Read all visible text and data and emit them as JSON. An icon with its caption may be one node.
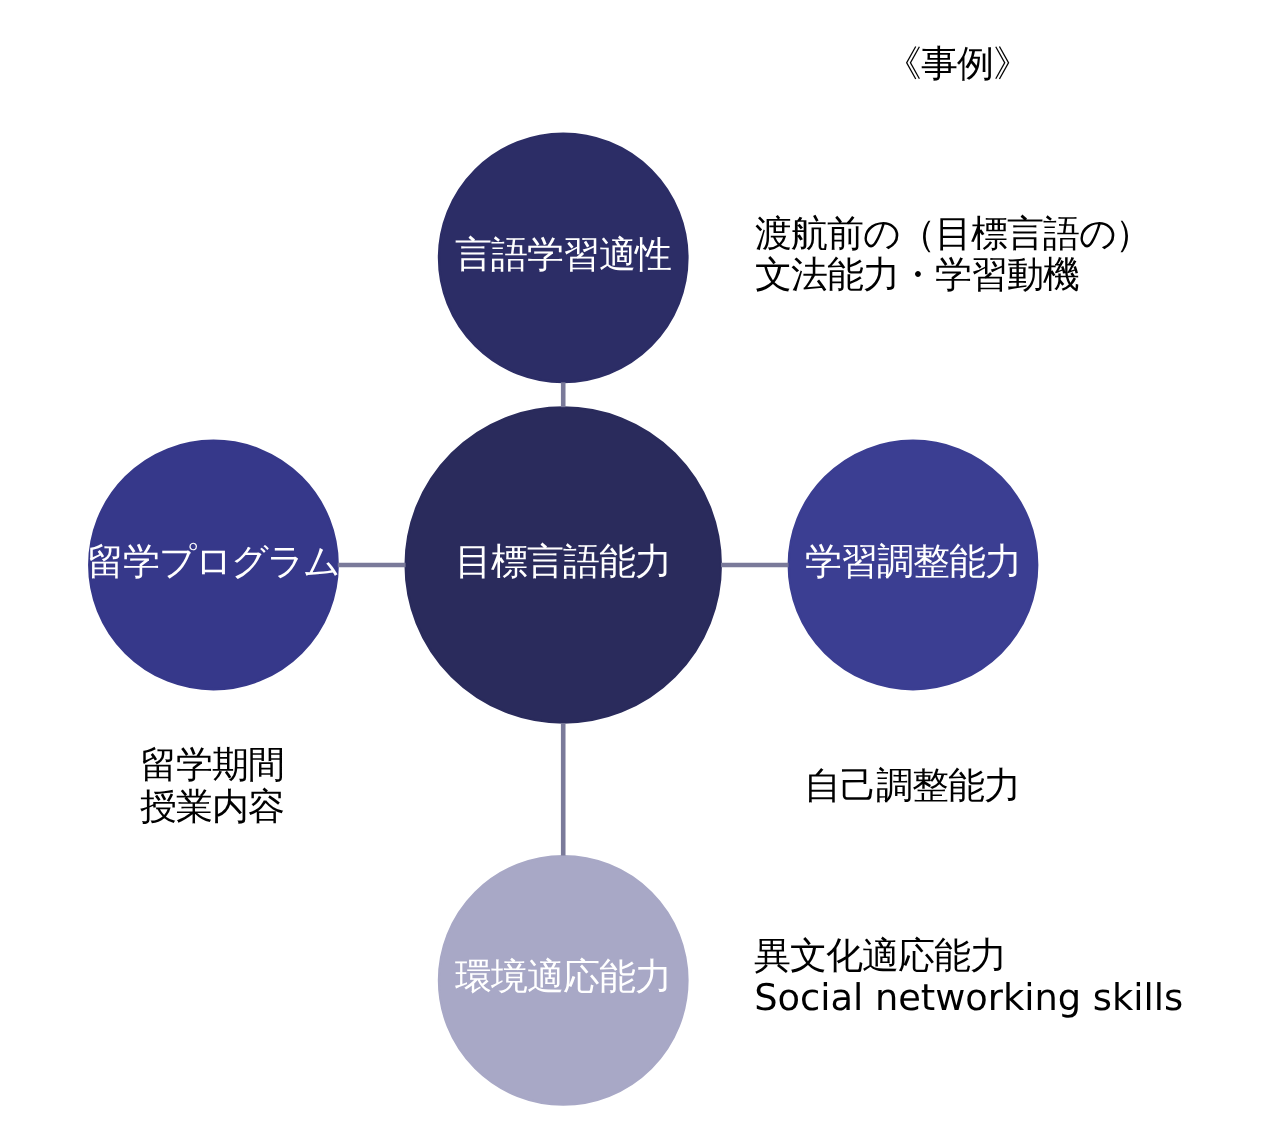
{
  "diagram": {
    "nodes": [
      {
        "text": [
          "目標言語能力"
        ]
      },
      {
        "text": [
          "言語学習適性"
        ],
        "beside": [
          "渡航前の（目標言語の）文法能力・学習動機"
        ]
      },
      {
        "text": [
          "留学プログラム"
        ],
        "beside": [
          "留学期間",
          "授業内容"
        ]
      },
      {
        "text": [
          "学習調整能力"
        ],
        "beside": [
          "自己調整能力"
        ]
      },
      {
        "text": [
          "環境適応能力"
        ],
        "beside": [
          "異文化適応能力",
          "Social networking skills"
        ]
      }
    ],
    "edges": [
      {
        "from": 1,
        "to": 0,
        "arrow": "none"
      },
      {
        "from": 2,
        "to": 0,
        "arrow": "none"
      },
      {
        "from": 0,
        "to": 3,
        "arrow": "none"
      },
      {
        "from": 0,
        "to": 4,
        "arrow": "none"
      }
    ],
    "labels": [
      "《事例》"
    ]
  }
}
